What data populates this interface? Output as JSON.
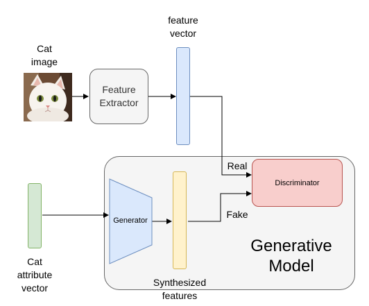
{
  "labels": {
    "cat_image": "Cat\nimage",
    "feature_vector": "feature\nvector",
    "feature_extractor": "Feature\nExtractor",
    "real": "Real",
    "fake": "Fake",
    "discriminator": "Discriminator",
    "generator": "Generator",
    "cat_attribute_vector": "Cat\nattribute\nvector",
    "synthesized_features": "Synthesized\nfeatures",
    "generative_model": "Generative\nModel"
  },
  "colors": {
    "feature_vector_fill": "#dae8fc",
    "feature_vector_stroke": "#6c8ebf",
    "attribute_vector_fill": "#d5e8d4",
    "attribute_vector_stroke": "#82b366",
    "synth_fill": "#fff2cc",
    "synth_stroke": "#d6b656",
    "discriminator_fill": "#f8cecc",
    "discriminator_stroke": "#b85450",
    "generator_fill": "#dae8fc",
    "generator_stroke": "#6c8ebf",
    "generative_model_fill": "#f5f5f5",
    "generative_model_stroke": "#666666",
    "extractor_fill": "#f5f5f5",
    "extractor_stroke": "#666666"
  },
  "icons": {
    "cat_photo": "cat-photo-icon"
  }
}
